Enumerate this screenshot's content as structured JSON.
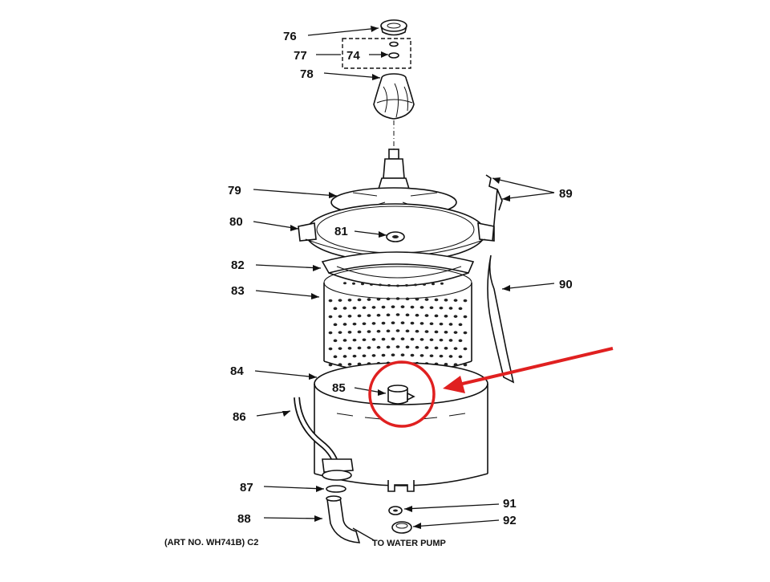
{
  "diagram": {
    "labels": {
      "l76": "76",
      "l77": "77",
      "l74": "74",
      "l78": "78",
      "l79": "79",
      "l80": "80",
      "l81": "81",
      "l82": "82",
      "l83": "83",
      "l84": "84",
      "l85": "85",
      "l86": "86",
      "l87": "87",
      "l88": "88",
      "l89": "89",
      "l90": "90",
      "l91": "91",
      "l92": "92"
    },
    "art_number": "(ART NO. WH741B) C2",
    "to_water_pump": "TO WATER PUMP",
    "highlight_color": "#e02020"
  }
}
